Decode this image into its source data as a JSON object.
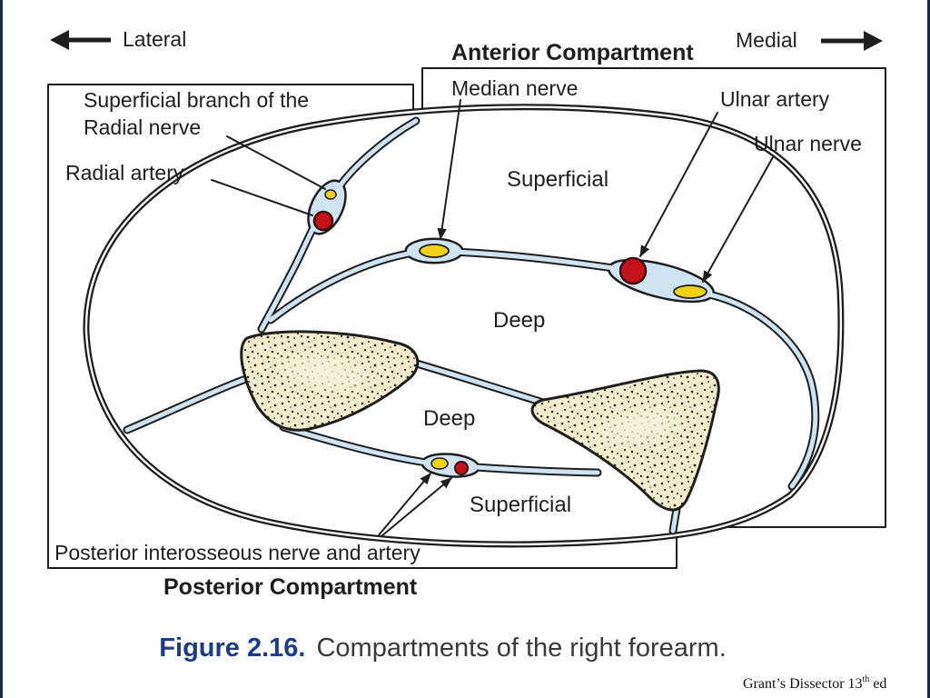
{
  "orientation": {
    "lateral": "Lateral",
    "medial": "Medial"
  },
  "compartments": {
    "anterior": "Anterior Compartment",
    "posterior": "Posterior Compartment"
  },
  "structures": {
    "superficial_radial_nerve": [
      "Superficial branch of the",
      "Radial nerve"
    ],
    "radial_artery": "Radial artery",
    "median_nerve": "Median nerve",
    "ulnar_artery": "Ulnar artery",
    "ulnar_nerve": "Ulnar nerve",
    "posterior_interosseous": "Posterior interosseous nerve and artery"
  },
  "regions": {
    "anterior_superficial": "Superficial",
    "anterior_deep": "Deep",
    "posterior_deep": "Deep",
    "posterior_superficial": "Superficial"
  },
  "caption": {
    "number": "Figure 2.16.",
    "text": "Compartments of the right forearm."
  },
  "credit": {
    "main": "Grant’s Dissector 13",
    "superscript": "th",
    "suffix": " ed"
  },
  "colors": {
    "nerve": "#f1d01c",
    "artery": "#c3141c",
    "fascia": "#cfe3f2",
    "bone": "#f3edcd",
    "caption_number": "#1d3c86",
    "frame": "#1b2a4a"
  }
}
